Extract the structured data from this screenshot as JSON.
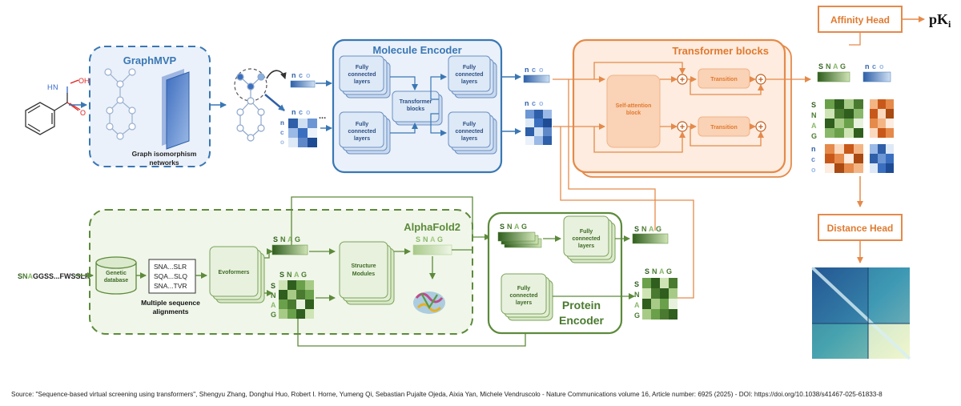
{
  "graphmvp": {
    "title": "GraphMVP",
    "gin_label_l1": "Graph isomorphism",
    "gin_label_l2": "networks",
    "ellipsis": "...",
    "mol_atoms": {
      "n": "N",
      "h": "H",
      "o": "O",
      "oh": "OH"
    }
  },
  "tokens": {
    "n": "n",
    "c": "c",
    "o": "o",
    "S": "S",
    "N": "N",
    "A": "A",
    "G": "G"
  },
  "molecule_encoder": {
    "title": "Molecule Encoder",
    "fc_l1": "Fully",
    "fc_l2": "connected",
    "fc_l3": "layers",
    "tb_l1": "Transformer",
    "tb_l2": "blocks"
  },
  "transformer_blocks": {
    "title": "Transformer blocks",
    "self_attention_l1": "Self-attention",
    "self_attention_l2": "block",
    "transition": "Transition",
    "plus": "+"
  },
  "affinity_head": {
    "title": "Affinity Head",
    "output": "pK",
    "output_sub": "i"
  },
  "distance_head": {
    "title": "Distance Head"
  },
  "alphafold": {
    "title": "AlphaFold2",
    "sequence_input": {
      "s": "S",
      "n": "N",
      "a": "A",
      "rest": "GGSS...FWSSLR"
    },
    "genetic_db_l1": "Genetic",
    "genetic_db_l2": "database",
    "msa_rows": [
      "SNA...SLR",
      "SQA...SLQ",
      "SNA...TVR"
    ],
    "msa_label_l1": "Multiple sequence",
    "msa_label_l2": "alignments",
    "evoformers": "Evoformers",
    "structure_l1": "Structure",
    "structure_l2": "Modules"
  },
  "protein_encoder": {
    "title_l1": "Protein",
    "title_l2": "Encoder",
    "fc_l1": "Fully",
    "fc_l2": "connected",
    "fc_l3": "layers"
  },
  "source": "Source: \"Sequence-based virtual screening using transformers\", Shengyu Zhang, Donghui Huo, Robert I. Horne, Yumeng Qi, Sebastian Pujalte Ojeda, Aixia Yan, Michele Vendruscolo - Nature Communications volume 16, Article number: 6925 (2025) - DOI: https://doi.org/10.1038/s41467-025-61833-8",
  "colors": {
    "blue": "#3a77b4",
    "blue_light": "#dde9f6",
    "blue_fill": "#eaf1fa",
    "orange": "#e58a4a",
    "orange_fill": "#fdecdf",
    "green": "#5c8a3a",
    "green_light": "#e8f1de",
    "text_blue": "#4a72b8",
    "text_green": "#5a8a35",
    "text_orange": "#e07a30"
  }
}
